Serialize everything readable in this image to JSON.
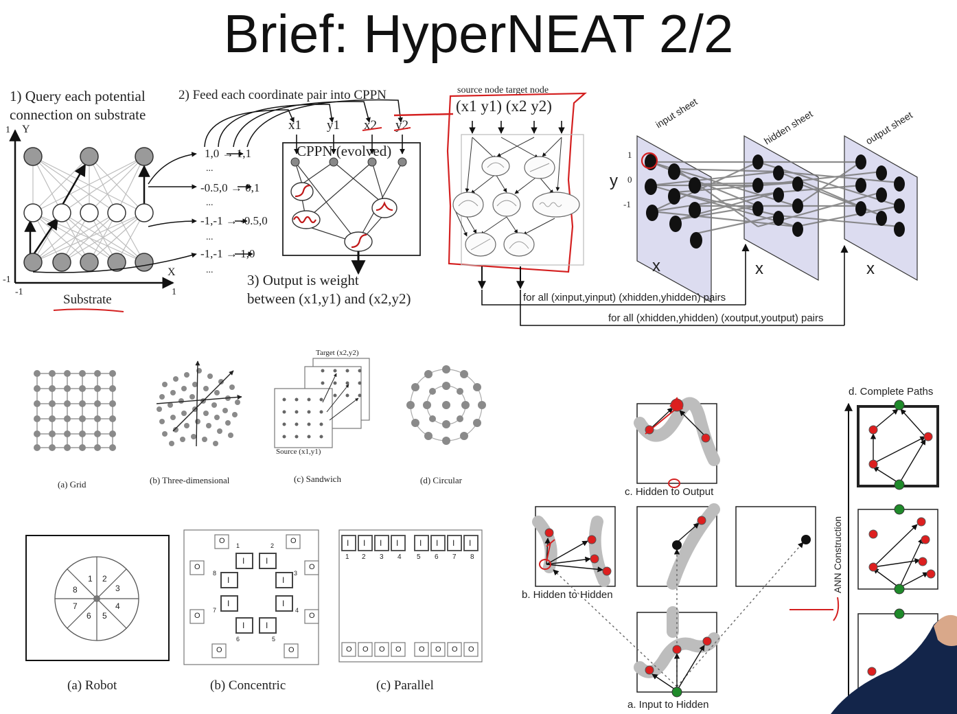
{
  "slide": {
    "title": "Brief: HyperNEAT 2/2"
  },
  "hyperneat": {
    "step1_line1": "1) Query each potential",
    "step1_line2": "connection on substrate",
    "step2": "2) Feed each coordinate pair into CPPN",
    "step3_line1": "3) Output is weight",
    "step3_line2": "between (x1,y1) and (x2,y2)",
    "substrate_label": "Substrate",
    "axis_y": "Y",
    "axis_x": "X",
    "axis_one_y": "1",
    "axis_one_x": "1",
    "axis_neg_y": "-1",
    "axis_neg_x": "-1",
    "pairs": [
      "1,0 → 1,1",
      "...",
      "-0.5,0 → 0,1",
      "...",
      "-1,-1 → -0.5,0",
      "...",
      "-1,-1 → 1,0",
      "..."
    ],
    "cppn_label": "CPPN (evolved)",
    "cppn_inputs": [
      "x1",
      "y1",
      "x2",
      "y2"
    ]
  },
  "network": {
    "header": "source node  target node",
    "inputs_text": "(x1  y1) (x2  y2)"
  },
  "sheets": {
    "labels": [
      "input sheet",
      "hidden sheet",
      "output sheet"
    ],
    "y_label": "y",
    "x_label": "x",
    "ticks": [
      "1",
      "0",
      "-1"
    ],
    "pair_line1": "for all (xinput,yinput) (xhidden,yhidden) pairs",
    "pair_line2": "for all (xhidden,yhidden) (xoutput,youtput) pairs"
  },
  "configs": {
    "labels": [
      "(a) Grid",
      "(b) Three-dimensional",
      "(c) Sandwich",
      "(d) Circular"
    ],
    "sandwich_target": "Target (x2,y2)",
    "sandwich_source": "Source (x1,y1)"
  },
  "layouts": {
    "labels": [
      "(a) Robot",
      "(b) Concentric",
      "(c) Parallel"
    ],
    "robot_sectors": [
      "1",
      "2",
      "3",
      "4",
      "5",
      "6",
      "7",
      "8"
    ],
    "node_i": "I",
    "node_o": "O",
    "parallel_numbers": [
      "1",
      "2",
      "3",
      "4",
      "5",
      "6",
      "7",
      "8"
    ]
  },
  "es": {
    "a": "a. Input to Hidden",
    "b": "b. Hidden to Hidden",
    "c": "c. Hidden to Output",
    "d": "d. Complete Paths",
    "axis": "ANN Construction"
  },
  "colors": {
    "annotation": "#d42020",
    "node_red": "#dd1f1f",
    "node_green": "#1f8a2a",
    "sheet": "#dcdcf0"
  }
}
